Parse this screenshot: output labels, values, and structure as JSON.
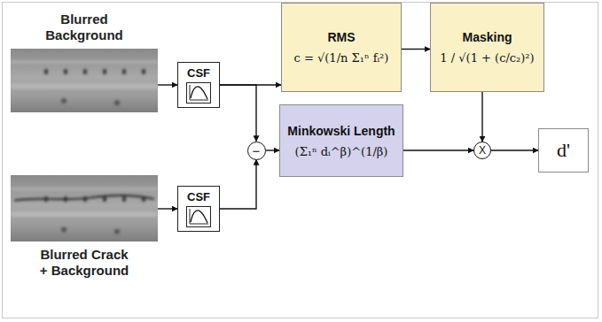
{
  "diagram": {
    "nodes": [
      {
        "text": [
          "Blurred Background"
        ]
      },
      {
        "text": [
          "CSF"
        ]
      },
      {
        "text": [
          "RMS",
          "c = √(1/n Σ₁ⁿ fᵢ²)"
        ]
      },
      {
        "text": [
          "Masking",
          "1 / √(1 + (c/c₂)²)"
        ]
      },
      {
        "text": [
          "−"
        ]
      },
      {
        "text": [
          "Minkowski Length",
          "(Σ₁ⁿ dᵢ^β)^(1/β)"
        ]
      },
      {
        "text": [
          "X"
        ]
      },
      {
        "text": [
          "d'"
        ]
      },
      {
        "text": [
          "Blurred Crack + Background"
        ]
      },
      {
        "text": [
          "CSF"
        ]
      }
    ],
    "edges": [
      {
        "from": 0,
        "to": 1,
        "arrow": "to"
      },
      {
        "from": 1,
        "to": 2,
        "arrow": "to"
      },
      {
        "from": 1,
        "to": 4,
        "arrow": "to"
      },
      {
        "from": 8,
        "to": 9,
        "arrow": "to"
      },
      {
        "from": 9,
        "to": 4,
        "arrow": "to"
      },
      {
        "from": 4,
        "to": 5,
        "arrow": "to"
      },
      {
        "from": 2,
        "to": 3,
        "arrow": "to"
      },
      {
        "from": 3,
        "to": 6,
        "arrow": "to"
      },
      {
        "from": 5,
        "to": 6,
        "arrow": "to"
      },
      {
        "from": 6,
        "to": 7,
        "arrow": "to"
      }
    ]
  }
}
